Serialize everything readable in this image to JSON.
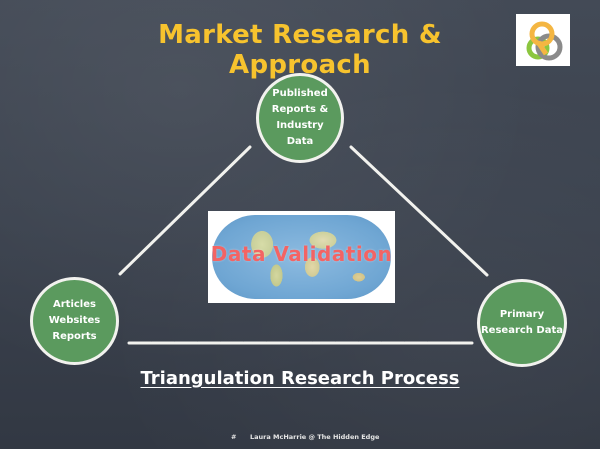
{
  "slide": {
    "title": "Market Research & Approach",
    "colors": {
      "background": "#3d4450",
      "title": "#f7c32e",
      "node_fill": "#5b9a5e",
      "node_border": "#f2f2ee",
      "center_label": "#f36464",
      "chalk_line": "#f2f2ee"
    },
    "logo": {
      "icon": "interlocking-rings-logo-icon",
      "colors": [
        "#f4b642",
        "#8a8a8a",
        "#8cc63f"
      ]
    },
    "nodes": {
      "top": {
        "lines": [
          "Published",
          "Reports &",
          "Industry",
          "Data"
        ]
      },
      "left": {
        "lines": [
          "Articles",
          "Websites",
          "Reports"
        ]
      },
      "right": {
        "lines": [
          "Primary",
          "Research Data"
        ]
      }
    },
    "center": {
      "image": "world-map-icon",
      "label": "Data Validation"
    },
    "subtitle": "Triangulation Research Process",
    "footer": {
      "page_marker": "#",
      "credit": "Laura McHarrie @ The Hidden Edge"
    }
  }
}
